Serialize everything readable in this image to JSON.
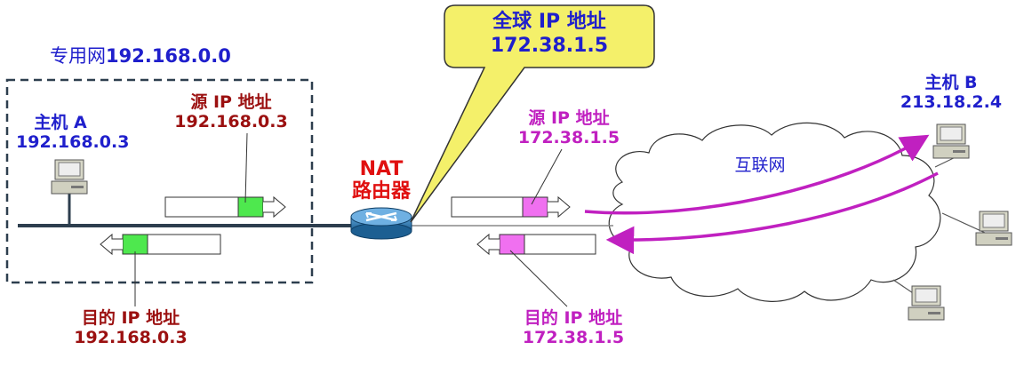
{
  "private_network": {
    "label": "专用网",
    "address": "192.168.0.0"
  },
  "host_a": {
    "label": "主机 A",
    "ip": "192.168.0.3"
  },
  "host_b": {
    "label": "主机 B",
    "ip": "213.18.2.4"
  },
  "router": {
    "line1": "NAT",
    "line2": "路由器"
  },
  "callout": {
    "line1": "全球 IP 地址",
    "line2": "172.38.1.5"
  },
  "internet": {
    "label": "互联网"
  },
  "packets": {
    "private_out": {
      "label": "源 IP 地址",
      "ip": "192.168.0.3"
    },
    "private_in": {
      "label": "目的 IP 地址",
      "ip": "192.168.0.3"
    },
    "public_out": {
      "label": "源 IP 地址",
      "ip": "172.38.1.5"
    },
    "public_in": {
      "label": "目的 IP 地址",
      "ip": "172.38.1.5"
    }
  },
  "colors": {
    "blue": "#1f1fcc",
    "darkred": "#9b1010",
    "magenta": "#c020c0",
    "green": "#4ee84e",
    "pink": "#f070f0",
    "callout_fill": "#f4f06a",
    "router": "#2a78b0"
  }
}
